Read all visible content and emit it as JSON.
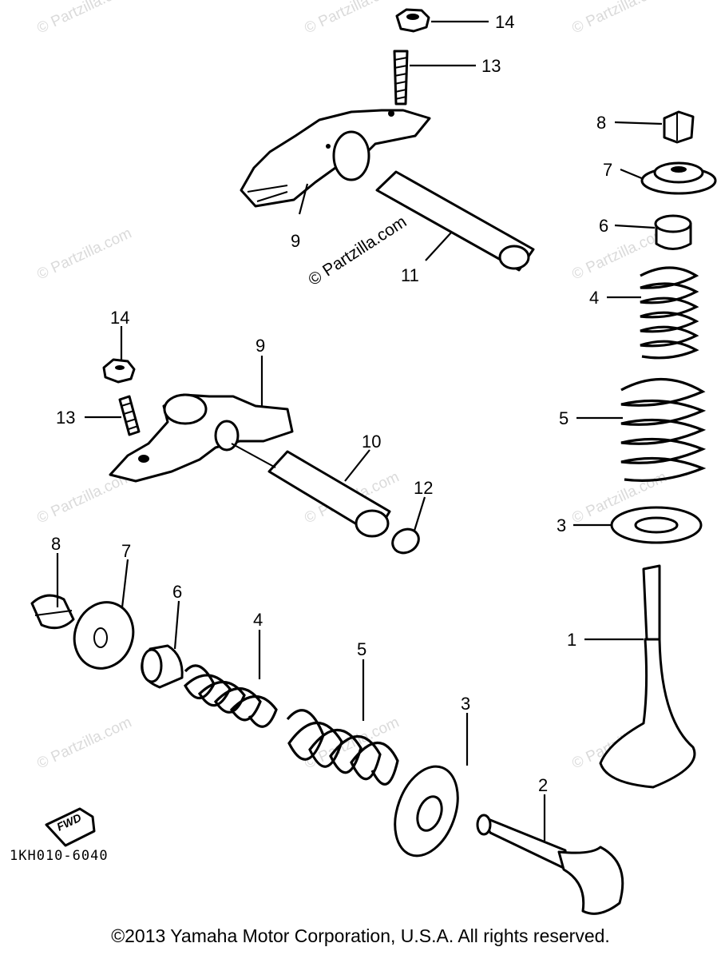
{
  "watermark": "© Partzilla.com",
  "center_watermark": "© Partzilla.com",
  "diagram_code": "1KH010-6040",
  "fwd_label": "FWD",
  "copyright": "©2013 Yamaha Motor Corporation, U.S.A. All rights reserved.",
  "callouts": {
    "c14_top": "14",
    "c13_top": "13",
    "c9_top": "9",
    "c11": "11",
    "c8_right": "8",
    "c7_right": "7",
    "c6_right": "6",
    "c4_right": "4",
    "c5_right": "5",
    "c3_right": "3",
    "c1": "1",
    "c14_left": "14",
    "c9_mid": "9",
    "c13_left": "13",
    "c10": "10",
    "c12": "12",
    "c8_left": "8",
    "c7_left": "7",
    "c6_left": "6",
    "c4_left": "4",
    "c5_left": "5",
    "c3_left": "3",
    "c2": "2"
  }
}
